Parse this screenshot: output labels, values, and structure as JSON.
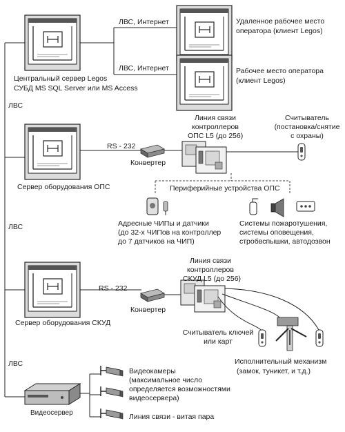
{
  "labels": {
    "lan_internet_1": "ЛВС, Интернет",
    "lan_internet_2": "ЛВС, Интернет",
    "remote_ws_1": "Удаленное рабочее место",
    "remote_ws_2": "оператора (клиент Legos)",
    "ws_1": "Рабочее место оператора",
    "ws_2": "(клиент Legos)",
    "central_1": "Центральный сервер Legos",
    "central_2": "СУБД MS SQL Server или MS Access",
    "lan_a": "ЛВС",
    "lan_b": "ЛВС",
    "lan_c": "ЛВС",
    "ops_line_1": "Линия связи",
    "ops_line_2": "контроллеров",
    "ops_line_3": "ОПС L5 (до 256)",
    "reader_1": "Считыватель",
    "reader_2": "(постановка/снятие",
    "reader_3": "с охраны)",
    "rs232_a": "RS - 232",
    "converter_a": "Конвертер",
    "ops_server": "Сервер оборудования ОПС",
    "periph": "Периферийные устройства ОПС",
    "chips_1": "Адресные ЧИПы и датчики",
    "chips_2": "(до 32-х ЧИПов на контроллер",
    "chips_3": "до 7 датчиков на ЧИП)",
    "fire_1": "Системы пожаротушения,",
    "fire_2": "системы оповещения,",
    "fire_3": "стробвспышки, автодозвон",
    "skud_line_1": "Линия связи",
    "skud_line_2": "контроллеров",
    "skud_line_3": "СКУД L5 (до 256)",
    "rs232_b": "RS - 232",
    "converter_b": "Конвертер",
    "skud_server": "Сервер оборудования СКУД",
    "key_reader_1": "Считыватель ключей",
    "key_reader_2": "или карт",
    "actuator_1": "Исполнительный механизм",
    "actuator_2": "(замок, туникет, и т.д.)",
    "cams_1": "Видеокамеры",
    "cams_2": "(максимальное число",
    "cams_3": "определяется возможностями",
    "cams_4": "видеосервера)",
    "video_server": "Видеосервер",
    "twisted": "Линия связи - витая пара"
  }
}
